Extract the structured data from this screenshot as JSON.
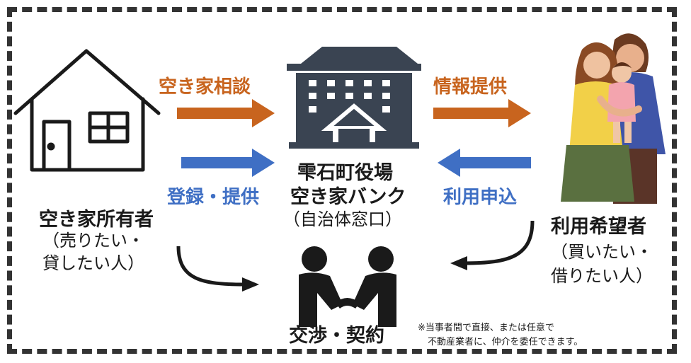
{
  "owner": {
    "title": "空き家所有者",
    "note1": "（売りたい・",
    "note2": "貸したい人）"
  },
  "center": {
    "line1": "雫石町役場",
    "line2": "空き家バンク",
    "line3": "（自治体窓口）"
  },
  "user": {
    "title": "利用希望者",
    "note1": "（買いたい・",
    "note2": "借りたい人）"
  },
  "arrows": {
    "consult": "空き家相談",
    "info": "情報提供",
    "register": "登録・提供",
    "apply": "利用申込"
  },
  "contract": {
    "label": "交渉・契約",
    "note1": "※当事者間で直接、または任意で",
    "note2": "不動産業者に、仲介を委任できます。"
  },
  "colors": {
    "orange": "#c8641e",
    "blue": "#3f6fc4",
    "building": "#3a4452"
  }
}
